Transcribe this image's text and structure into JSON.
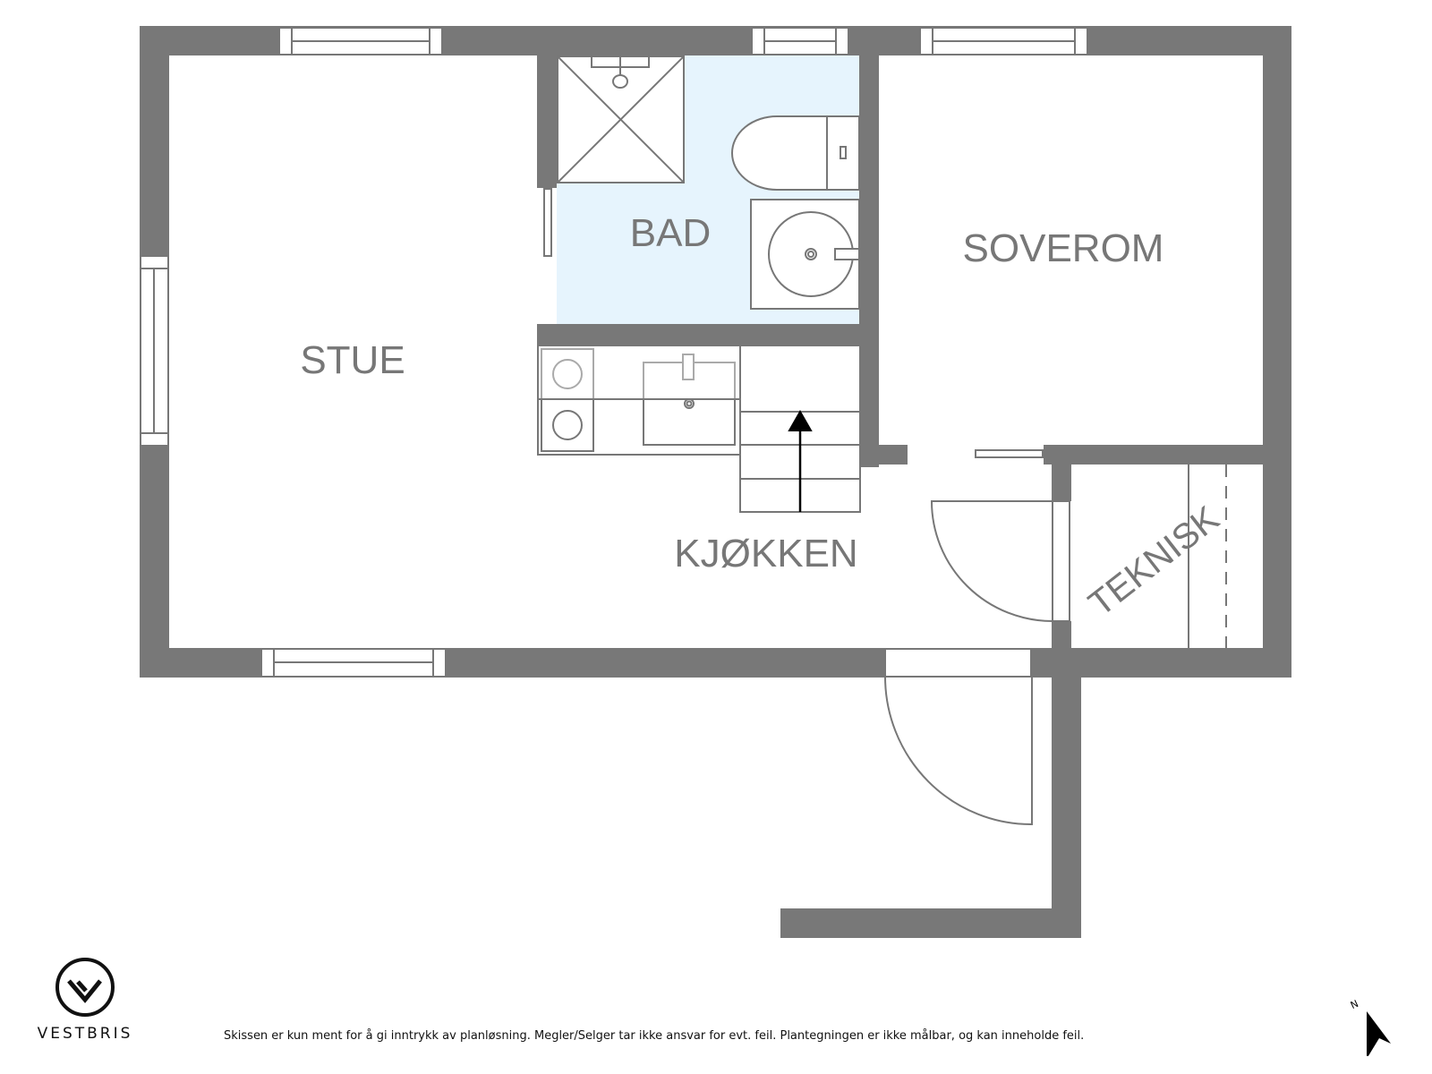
{
  "plan": {
    "colors": {
      "wall": "#787878",
      "line": "#777777",
      "bath_fill": "#e6f4fd",
      "background": "#ffffff",
      "arrow": "#000000"
    },
    "rooms": [
      {
        "id": "stue",
        "label": "STUE"
      },
      {
        "id": "bad",
        "label": "BAD"
      },
      {
        "id": "soverom",
        "label": "SOVEROM"
      },
      {
        "id": "kjokken",
        "label": "KJØKKEN"
      },
      {
        "id": "teknisk",
        "label": "TEKNISK"
      }
    ],
    "fixtures": [
      "shower",
      "toilet",
      "washbasin",
      "washer",
      "dryer",
      "kitchen-sink",
      "stairs"
    ]
  },
  "brand": {
    "name": "VESTBRIS",
    "icon": "vestbris-logo-icon"
  },
  "footer": {
    "disclaimer": "Skissen er kun ment for å gi inntrykk av planløsning. Megler/Selger tar ikke ansvar for evt. feil. Plantegningen er ikke målbar, og kan inneholde feil."
  },
  "compass": {
    "label": "N",
    "icon": "north-arrow-icon"
  }
}
